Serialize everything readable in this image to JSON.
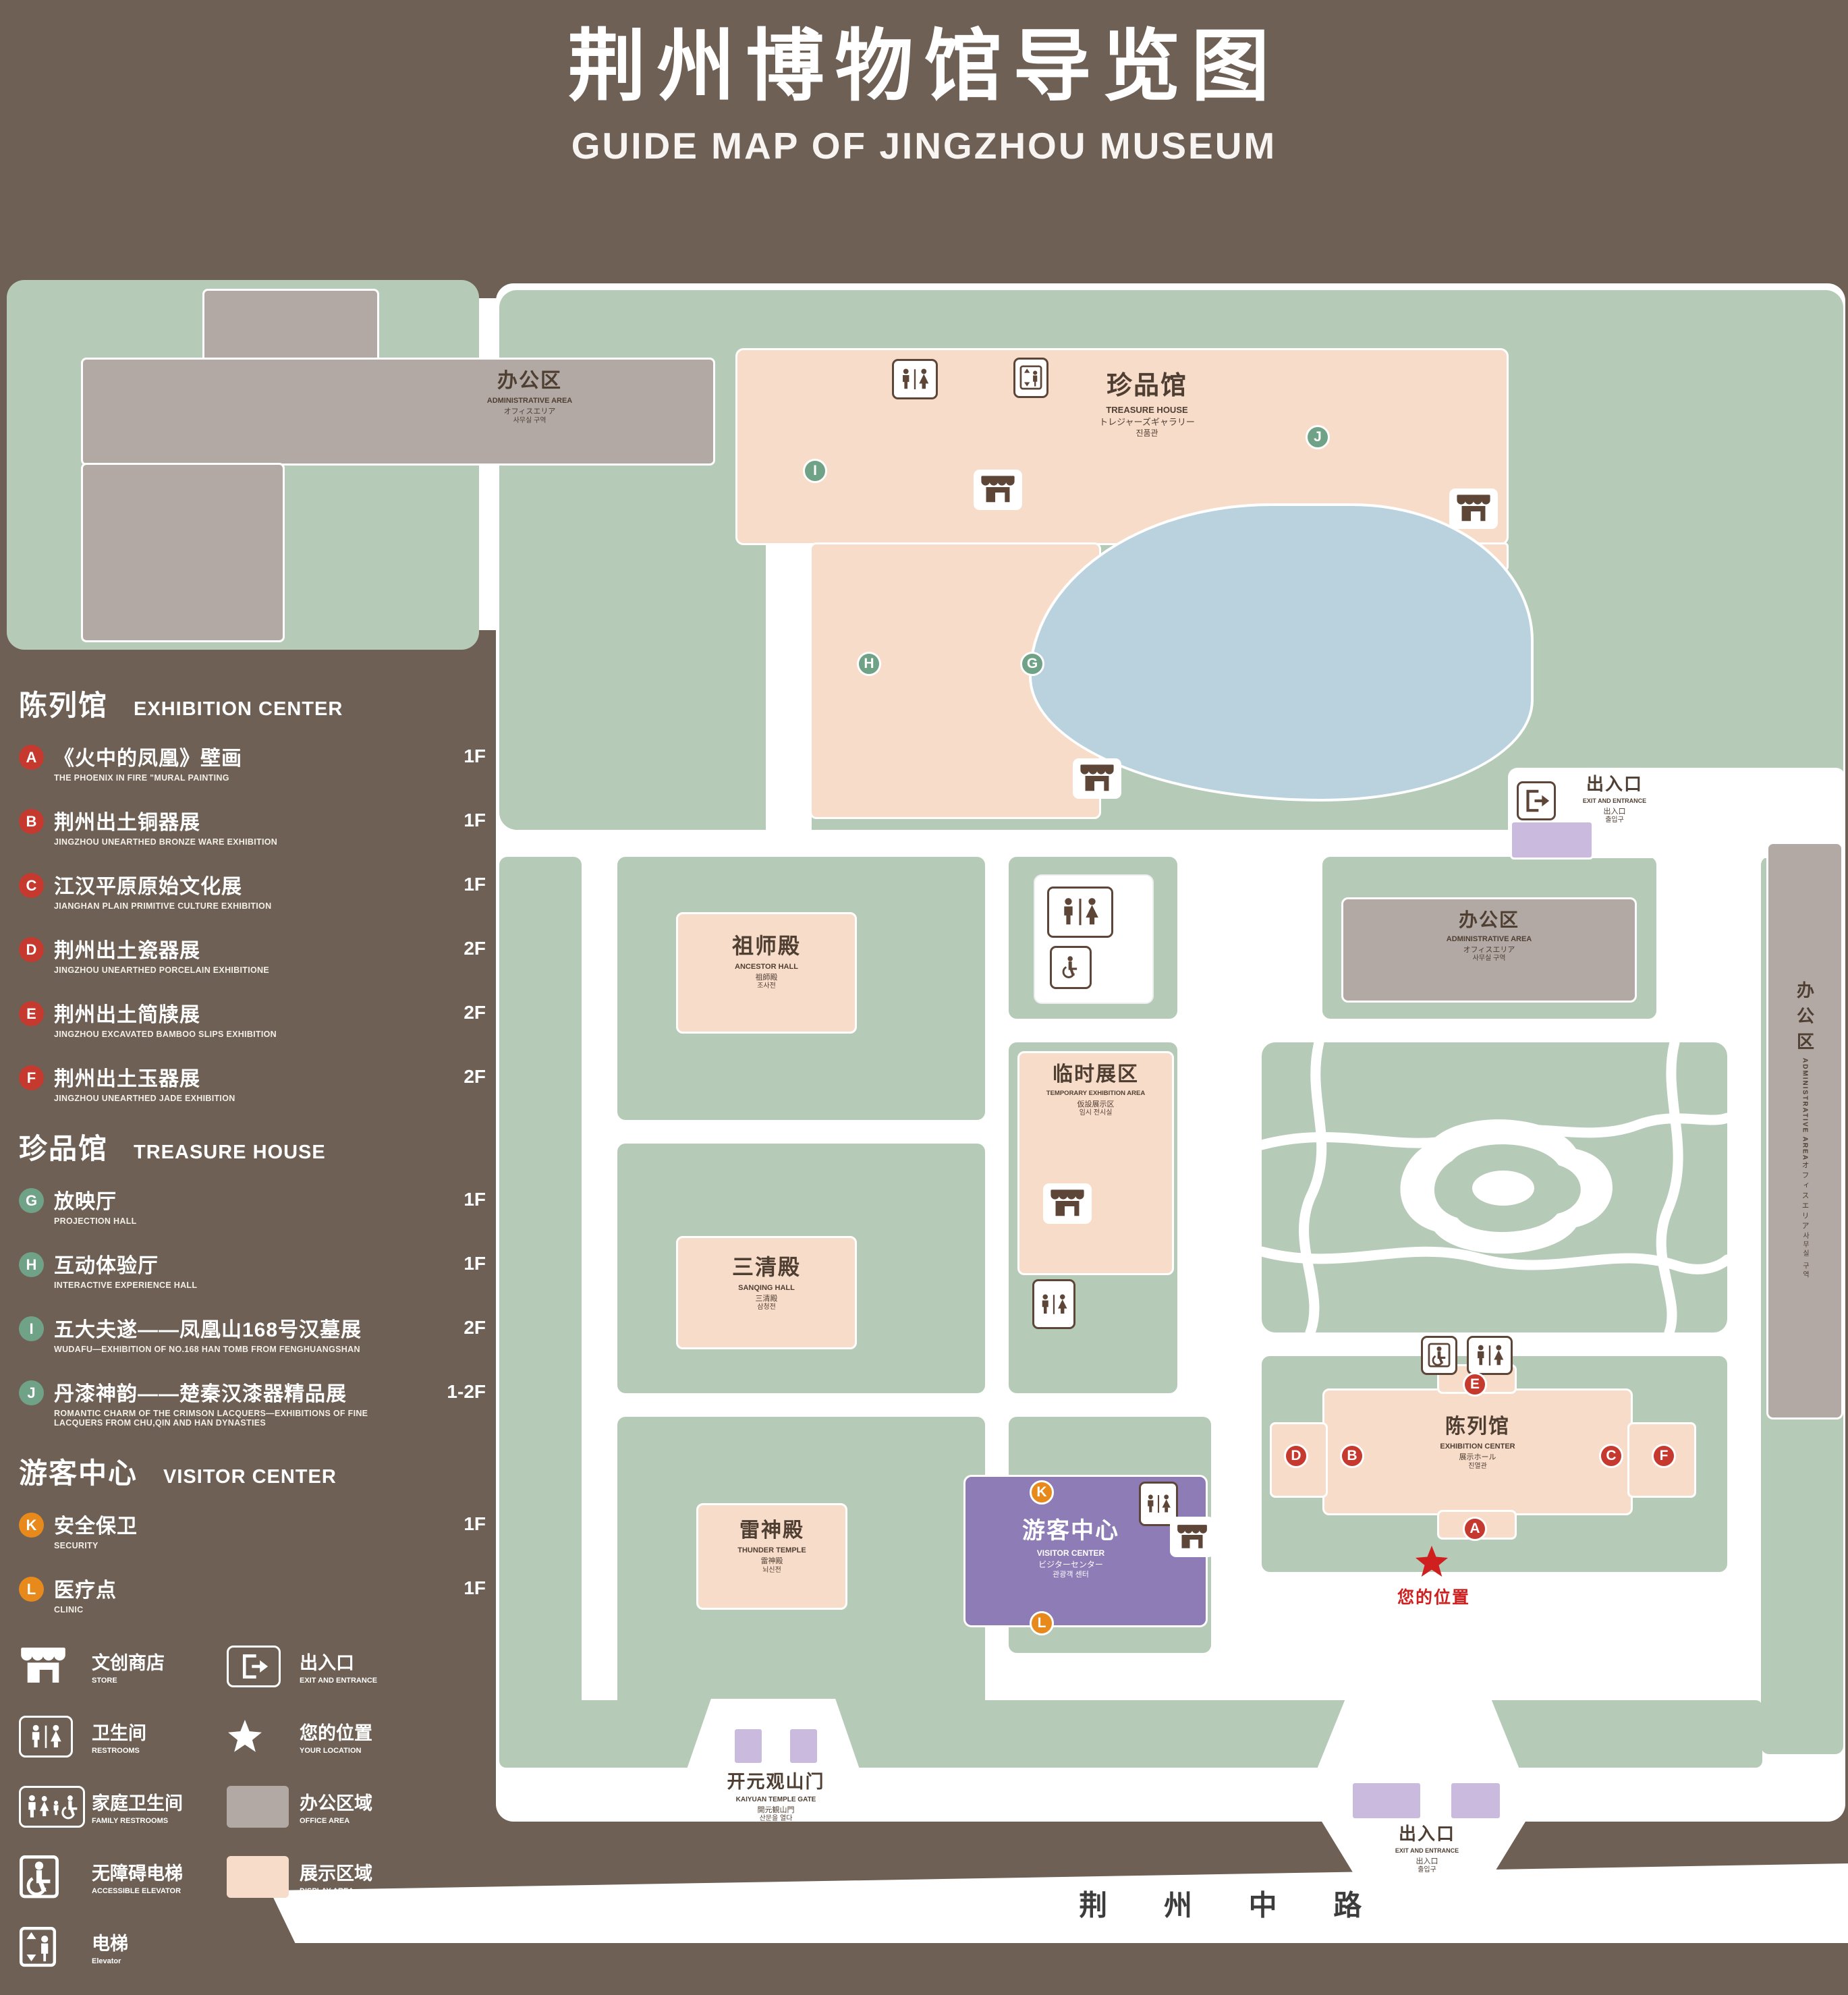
{
  "header": {
    "title": "荆州博物馆导览图",
    "subtitle": "GUIDE MAP OF JINGZHOU MUSEUM"
  },
  "colors": {
    "background_brown": "#6e6054",
    "area_green": "#b6cab8",
    "display_pink": "#f8dcca",
    "office_gray": "#b2a9a4",
    "visitor_purple": "#8d7cb5",
    "entrance_lavender": "#cabade",
    "pond_blue": "#b9d2de",
    "badge_red": "#c6392f",
    "badge_green": "#6fa287",
    "badge_orange": "#e8891b",
    "icon_brown": "#5d4537",
    "location_red": "#d01f1f"
  },
  "legend": {
    "sections": [
      {
        "zh": "陈列馆",
        "en": "EXHIBITION CENTER",
        "items": [
          {
            "key": "A",
            "zh": "《火中的凤凰》壁画",
            "en": "THE PHOENIX IN FIRE \"MURAL PAINTING",
            "floor": "1F"
          },
          {
            "key": "B",
            "zh": "荆州出土铜器展",
            "en": "JINGZHOU UNEARTHED BRONZE WARE EXHIBITION",
            "floor": "1F"
          },
          {
            "key": "C",
            "zh": "江汉平原原始文化展",
            "en": "JIANGHAN PLAIN PRIMITIVE CULTURE EXHIBITION",
            "floor": "1F"
          },
          {
            "key": "D",
            "zh": "荆州出土瓷器展",
            "en": "JINGZHOU UNEARTHED PORCELAIN EXHIBITIONE",
            "floor": "2F"
          },
          {
            "key": "E",
            "zh": "荆州出土简牍展",
            "en": "JINGZHOU EXCAVATED BAMBOO SLIPS EXHIBITION",
            "floor": "2F"
          },
          {
            "key": "F",
            "zh": "荆州出土玉器展",
            "en": "JINGZHOU UNEARTHED JADE EXHIBITION",
            "floor": "2F"
          }
        ]
      },
      {
        "zh": "珍品馆",
        "en": "TREASURE HOUSE",
        "items": [
          {
            "key": "G",
            "zh": "放映厅",
            "en": "PROJECTION HALL",
            "floor": "1F"
          },
          {
            "key": "H",
            "zh": "互动体验厅",
            "en": "INTERACTIVE EXPERIENCE HALL",
            "floor": "1F"
          },
          {
            "key": "I",
            "zh": "五大夫遂——凤凰山168号汉墓展",
            "en": "WUDAFU—EXHIBITION OF NO.168 HAN TOMB FROM FENGHUANGSHAN",
            "floor": "2F"
          },
          {
            "key": "J",
            "zh": "丹漆神韵——楚秦汉漆器精品展",
            "en": "ROMANTIC CHARM OF THE CRIMSON LACQUERS—EXHIBITIONS OF FINE LACQUERS FROM CHU,QIN AND HAN DYNASTIES",
            "floor": "1-2F"
          }
        ]
      },
      {
        "zh": "游客中心",
        "en": "VISITOR CENTER",
        "items": [
          {
            "key": "K",
            "zh": "安全保卫",
            "en": "SECURITY",
            "floor": "1F"
          },
          {
            "key": "L",
            "zh": "医疗点",
            "en": "CLINIC",
            "floor": "1F"
          }
        ]
      }
    ],
    "symbols": [
      {
        "zh": "文创商店",
        "en": "STORE",
        "icon": "store-icon"
      },
      {
        "zh": "出入口",
        "en": "EXIT AND ENTRANCE",
        "icon": "exit-icon"
      },
      {
        "zh": "卫生间",
        "en": "RESTROOMS",
        "icon": "restroom-icon"
      },
      {
        "zh": "您的位置",
        "en": "YOUR LOCATION",
        "icon": "location-star-icon"
      },
      {
        "zh": "家庭卫生间",
        "en": "FAMILY RESTROOMS",
        "icon": "family-restroom-icon"
      },
      {
        "zh": "办公区域",
        "en": "OFFICE AREA",
        "icon": "office-swatch"
      },
      {
        "zh": "无障碍电梯",
        "en": "ACCESSIBLE ELEVATOR",
        "icon": "accessible-elevator-icon"
      },
      {
        "zh": "展示区域",
        "en": "DISPLAY AREA",
        "icon": "display-swatch"
      },
      {
        "zh": "电梯",
        "en": "Elevator",
        "icon": "elevator-icon"
      }
    ]
  },
  "map": {
    "treasure_house": {
      "zh": "珍品馆",
      "en": "TREASURE HOUSE",
      "jp": "トレジャーズギャラリー",
      "kr": "진품관"
    },
    "admin": {
      "zh": "办公区",
      "en": "ADMINISTRATIVE AREA",
      "jp": "オフィスエリア",
      "kr": "사무실 구역"
    },
    "ancestor_hall": {
      "zh": "祖师殿",
      "en": "ANCESTOR HALL",
      "jp": "祖師殿",
      "kr": "조사전"
    },
    "temporary": {
      "zh": "临时展区",
      "en": "TEMPORARY EXHIBITION AREA",
      "jp": "仮設展示区",
      "kr": "임시 전시실"
    },
    "sanqing_hall": {
      "zh": "三清殿",
      "en": "SANQING HALL",
      "jp": "三清殿",
      "kr": "삼청전"
    },
    "thunder_temple": {
      "zh": "雷神殿",
      "en": "THUNDER TEMPLE",
      "jp": "雷神殿",
      "kr": "뇌신전"
    },
    "visitor_center": {
      "zh": "游客中心",
      "en": "VISITOR CENTER",
      "jp": "ビジターセンター",
      "kr": "관광객 센터"
    },
    "exhibition_center": {
      "zh": "陈列馆",
      "en": "EXHIBITION CENTER",
      "jp": "展示ホール",
      "kr": "진열관"
    },
    "exit": {
      "zh": "出入口",
      "en": "EXIT AND ENTRANCE",
      "jp": "出入口",
      "kr": "출입구"
    },
    "gate": {
      "zh": "开元观山门",
      "en": "KAIYUAN TEMPLE GATE",
      "jp": "開元観山門",
      "kr": "산문을 열다"
    },
    "road": "荆 州 中 路",
    "your_location": "您的位置",
    "badges": {
      "a": "A",
      "b": "B",
      "c": "C",
      "d": "D",
      "e": "E",
      "f": "F",
      "g": "G",
      "h": "H",
      "i": "I",
      "j": "J",
      "k": "K",
      "l": "L"
    }
  }
}
